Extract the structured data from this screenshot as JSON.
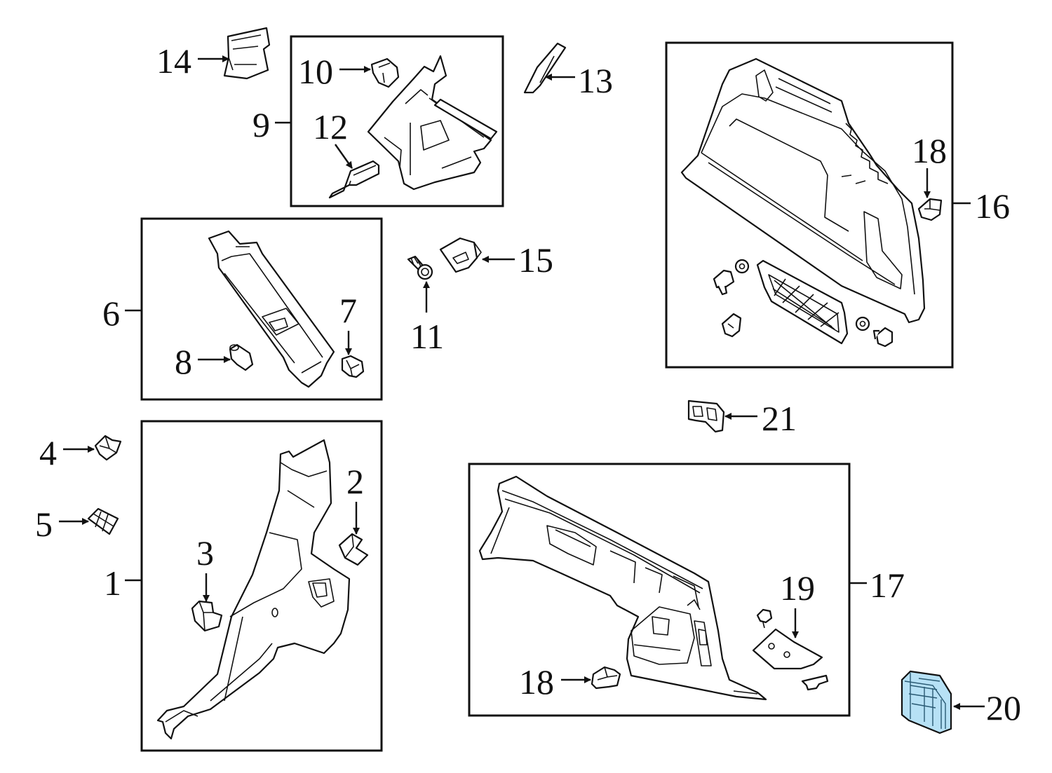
{
  "callouts": {
    "c1": "1",
    "c2": "2",
    "c3": "3",
    "c4": "4",
    "c5": "5",
    "c6": "6",
    "c7": "7",
    "c8": "8",
    "c9": "9",
    "c10": "10",
    "c11": "11",
    "c12": "12",
    "c13": "13",
    "c14": "14",
    "c15": "15",
    "c16": "16",
    "c17": "17",
    "c18a": "18",
    "c18b": "18",
    "c19": "19",
    "c20": "20",
    "c21": "21"
  },
  "colors": {
    "highlight": "#b7e1f5",
    "line": "#111111"
  }
}
